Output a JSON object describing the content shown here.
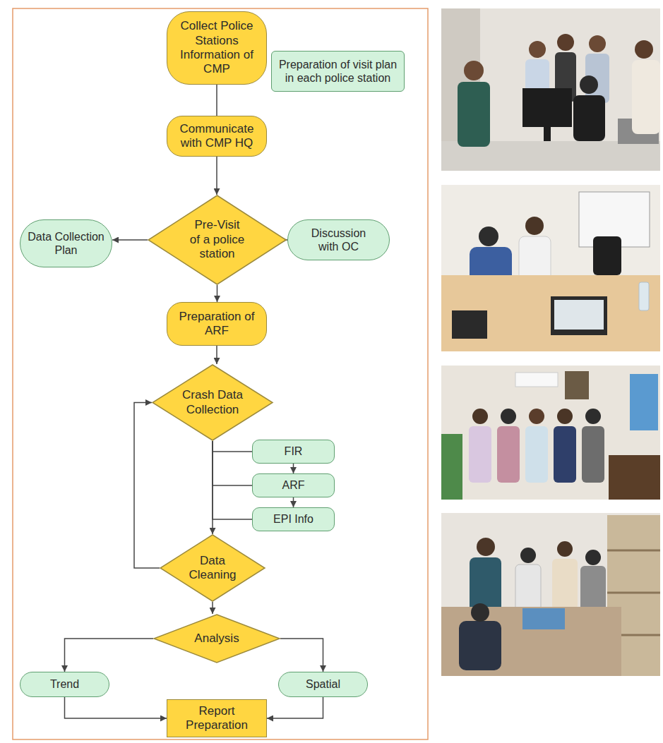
{
  "diagram": {
    "nodes": [
      {
        "text": [
          "Collect Police Stations Information of CMP"
        ]
      },
      {
        "text": [
          "Preparation of visit plan in each police station"
        ]
      },
      {
        "text": [
          "Communicate with CMP HQ"
        ]
      },
      {
        "text": [
          "Pre-Visit of a police station"
        ]
      },
      {
        "text": [
          "Data Collection Plan"
        ]
      },
      {
        "text": [
          "Discussion with OC"
        ]
      },
      {
        "text": [
          "Preparation of ARF"
        ]
      },
      {
        "text": [
          "Crash Data Collection"
        ]
      },
      {
        "text": [
          "FIR"
        ]
      },
      {
        "text": [
          "ARF"
        ]
      },
      {
        "text": [
          "EPI Info"
        ]
      },
      {
        "text": [
          "Data Cleaning"
        ]
      },
      {
        "text": [
          "Analysis"
        ]
      },
      {
        "text": [
          "Trend"
        ]
      },
      {
        "text": [
          "Spatial"
        ]
      },
      {
        "text": [
          "Report Preparation"
        ]
      }
    ],
    "edges": [
      {
        "from": 0,
        "to": 2,
        "arrow": "none"
      },
      {
        "from": 2,
        "to": 3,
        "arrow": "to"
      },
      {
        "from": 3,
        "to": 4,
        "arrow": "to"
      },
      {
        "from": 3,
        "to": 5,
        "arrow": "to"
      },
      {
        "from": 3,
        "to": 6,
        "arrow": "to"
      },
      {
        "from": 6,
        "to": 7,
        "arrow": "to"
      },
      {
        "from": 7,
        "to": 8,
        "arrow": "none"
      },
      {
        "from": 7,
        "to": 9,
        "arrow": "none"
      },
      {
        "from": 7,
        "to": 10,
        "arrow": "none"
      },
      {
        "from": 8,
        "to": 9,
        "arrow": "to"
      },
      {
        "from": 9,
        "to": 10,
        "arrow": "to"
      },
      {
        "from": 7,
        "to": 11,
        "arrow": "to"
      },
      {
        "from": 11,
        "to": 7,
        "arrow": "to"
      },
      {
        "from": 11,
        "to": 12,
        "arrow": "to"
      },
      {
        "from": 12,
        "to": 13,
        "arrow": "to"
      },
      {
        "from": 12,
        "to": 14,
        "arrow": "to"
      },
      {
        "from": 13,
        "to": 15,
        "arrow": "to"
      },
      {
        "from": 14,
        "to": 15,
        "arrow": "to"
      }
    ]
  }
}
